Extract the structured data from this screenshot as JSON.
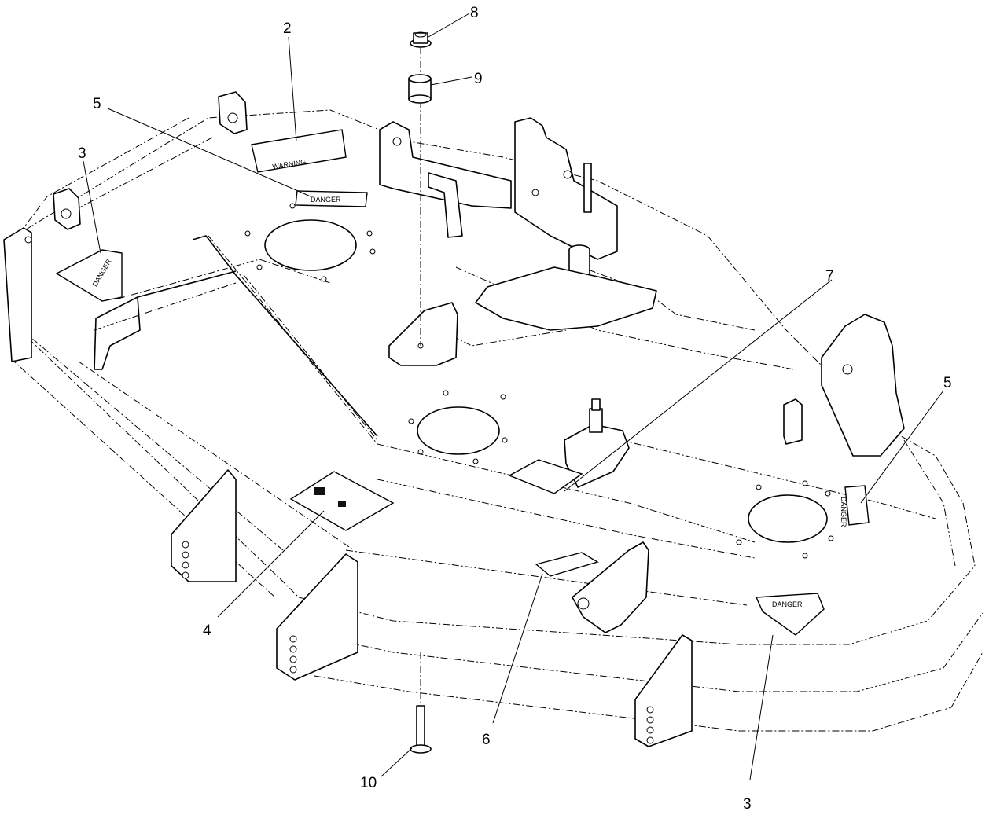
{
  "callouts": [
    {
      "id": "8",
      "label": "8"
    },
    {
      "id": "9",
      "label": "9"
    },
    {
      "id": "2",
      "label": "2"
    },
    {
      "id": "5a",
      "label": "5"
    },
    {
      "id": "3a",
      "label": "3"
    },
    {
      "id": "7",
      "label": "7"
    },
    {
      "id": "5b",
      "label": "5"
    },
    {
      "id": "4",
      "label": "4"
    },
    {
      "id": "6",
      "label": "6"
    },
    {
      "id": "10",
      "label": "10"
    },
    {
      "id": "3b",
      "label": "3"
    }
  ],
  "decals": {
    "warning": "WARNING",
    "danger_upper": "DANGER",
    "danger_left": "DANGER",
    "danger_right": "DANGER",
    "danger_front": "DANGER"
  }
}
